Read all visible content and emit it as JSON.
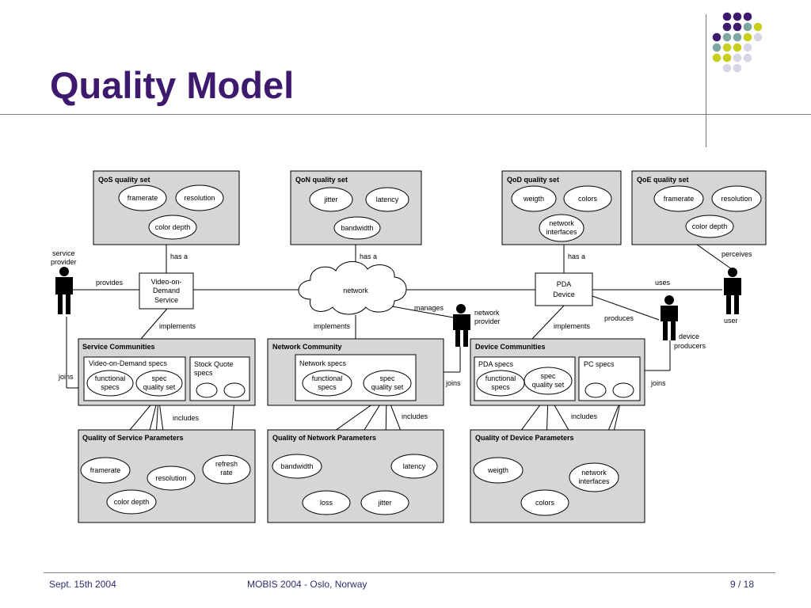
{
  "slide": {
    "title": "Quality Model",
    "footer": {
      "date": "Sept. 15th 2004",
      "event": "MOBIS 2004 - Oslo, Norway",
      "page": "9 / 18"
    },
    "decor_colors": {
      "purple": "#3d1a6e",
      "teal": "#7ea6a0",
      "yellow": "#c8cf1e",
      "lavender": "#d7d6e6"
    }
  },
  "diagram": {
    "qos_set": {
      "title": "QoS quality set",
      "framerate": "framerate",
      "resolution": "resolution",
      "color_depth": "color depth"
    },
    "qon_set": {
      "title": "QoN quality set",
      "jitter": "jitter",
      "latency": "latency",
      "bandwidth": "bandwidth"
    },
    "qod_set": {
      "title": "QoD quality set",
      "weigth": "weigth",
      "colors": "colors",
      "network_interfaces_1": "network",
      "network_interfaces_2": "interfaces"
    },
    "qoe_set": {
      "title": "QoE quality set",
      "framerate": "framerate",
      "resolution": "resolution",
      "color_depth": "color depth"
    },
    "actors": {
      "service_provider_1": "service",
      "service_provider_2": "provider",
      "network_provider_1": "network",
      "network_provider_2": "provider",
      "device_producers_1": "device",
      "device_producers_2": "producers",
      "user": "user"
    },
    "nodes": {
      "vod_service_1": "Video-on-",
      "vod_service_2": "Demand",
      "vod_service_3": "Service",
      "network": "network",
      "pda_device_1": "PDA",
      "pda_device_2": "Device"
    },
    "relations": {
      "has_a_1": "has a",
      "has_a_2": "has a",
      "has_a_3": "has a",
      "provides": "provides",
      "uses": "uses",
      "perceives": "perceives",
      "manages": "manages",
      "produces": "produces",
      "implements_1": "implements",
      "implements_2": "implements",
      "implements_3": "implements",
      "joins_1": "joins",
      "joins_2": "joins",
      "joins_3": "joins",
      "includes_1": "includes",
      "includes_2": "includes",
      "includes_3": "includes"
    },
    "service_communities": {
      "title": "Service Communities",
      "vod_specs": "Video-on-Demand specs",
      "functional_1": "functional",
      "functional_2": "specs",
      "spec_quality_1": "spec",
      "spec_quality_2": "quality set",
      "stock_quote_1": "Stock Quote",
      "stock_quote_2": "specs"
    },
    "network_community": {
      "title": "Network Community",
      "network_specs": "Network specs",
      "functional_1": "functional",
      "functional_2": "specs",
      "spec_quality_1": "spec",
      "spec_quality_2": "quality set"
    },
    "device_communities": {
      "title": "Device Communities",
      "pda_specs": "PDA specs",
      "functional_1": "functional",
      "functional_2": "specs",
      "spec_quality_1": "spec",
      "spec_quality_2": "quality set",
      "pc_specs": "PC specs"
    },
    "qos_params": {
      "title": "Quality of Service Parameters",
      "framerate": "framerate",
      "color_depth": "color depth",
      "resolution": "resolution",
      "refresh_1": "refresh",
      "refresh_2": "rate"
    },
    "qon_params": {
      "title": "Quality of Network Parameters",
      "bandwidth": "bandwidth",
      "loss": "loss",
      "jitter": "jitter",
      "latency": "latency"
    },
    "qod_params": {
      "title": "Quality of Device Parameters",
      "weigth": "weigth",
      "colors": "colors",
      "network_interfaces_1": "network",
      "network_interfaces_2": "interfaces"
    }
  }
}
